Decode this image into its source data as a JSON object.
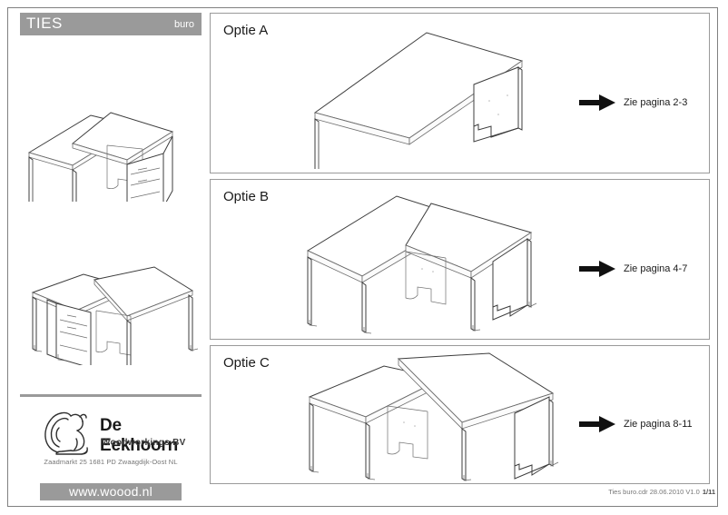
{
  "document": {
    "model_name": "TIES",
    "variant": "buro",
    "footer_text": "Ties buro.cdr 28.06.2010 V1.0",
    "page_number": "1/11"
  },
  "brand": {
    "logo_icon": "squirrel-icon",
    "name": "De Eekhoorn",
    "subtitle": "Woodworkings BV",
    "address": "Zaadmarkt 25  1681 PD Zwaagdijk-Oost NL",
    "website": "www.woood.nl"
  },
  "sidebar": {
    "illustrations": [
      {
        "name": "assembled-desk-right-drawer",
        "caption": ""
      },
      {
        "name": "assembled-desk-left-drawer",
        "caption": ""
      }
    ]
  },
  "options": [
    {
      "label": "Optie A",
      "illustration": "straight-desk",
      "arrow_icon": "right-arrow-icon",
      "reference": "Zie pagina 2-3"
    },
    {
      "label": "Optie B",
      "illustration": "l-desk-right",
      "arrow_icon": "right-arrow-icon",
      "reference": "Zie pagina 4-7"
    },
    {
      "label": "Optie C",
      "illustration": "l-desk-left",
      "arrow_icon": "right-arrow-icon",
      "reference": "Zie pagina 8-11"
    }
  ],
  "colors": {
    "bar_gray": "#9a9a9a",
    "frame_gray": "#808080",
    "line_dark": "#3c3c3c",
    "text_dark": "#1a1a1a"
  }
}
